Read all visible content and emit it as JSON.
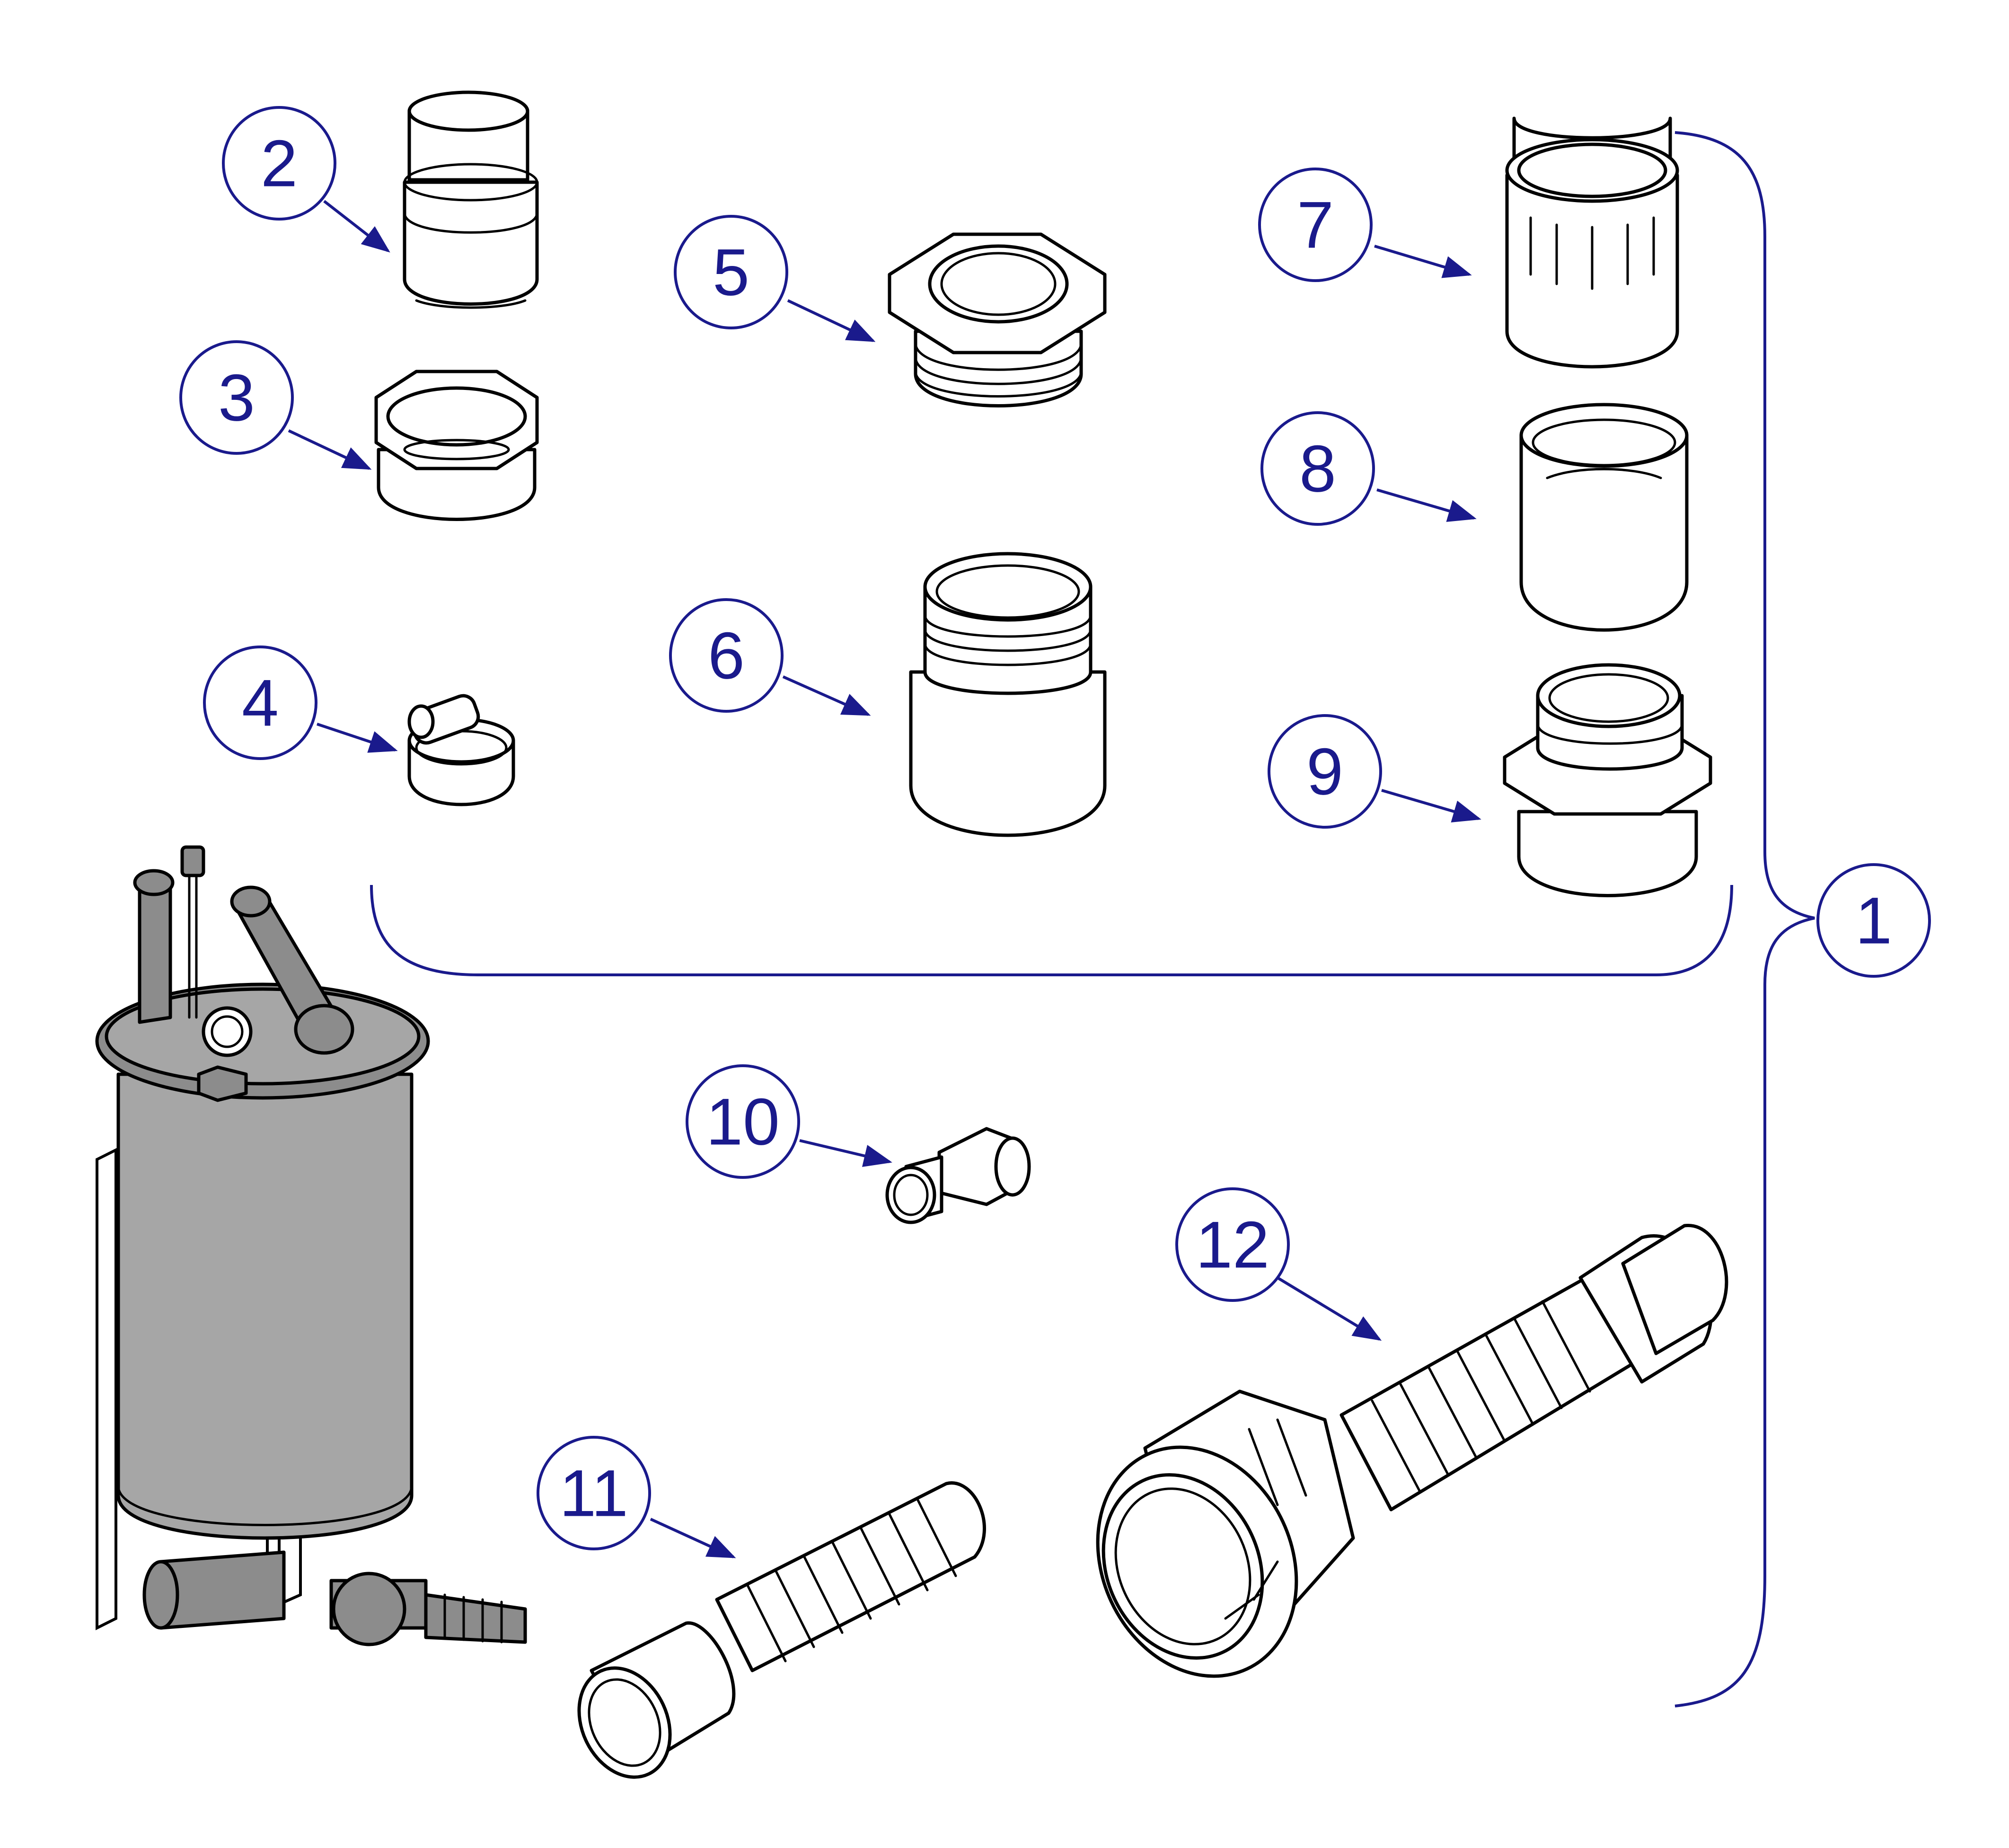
{
  "diagram": {
    "accent_color": "#1a1a8c",
    "callouts": [
      {
        "id": "1",
        "label": "1"
      },
      {
        "id": "2",
        "label": "2"
      },
      {
        "id": "3",
        "label": "3"
      },
      {
        "id": "4",
        "label": "4"
      },
      {
        "id": "5",
        "label": "5"
      },
      {
        "id": "6",
        "label": "6"
      },
      {
        "id": "7",
        "label": "7"
      },
      {
        "id": "8",
        "label": "8"
      },
      {
        "id": "9",
        "label": "9"
      },
      {
        "id": "10",
        "label": "10"
      },
      {
        "id": "11",
        "label": "11"
      },
      {
        "id": "12",
        "label": "12"
      }
    ]
  }
}
